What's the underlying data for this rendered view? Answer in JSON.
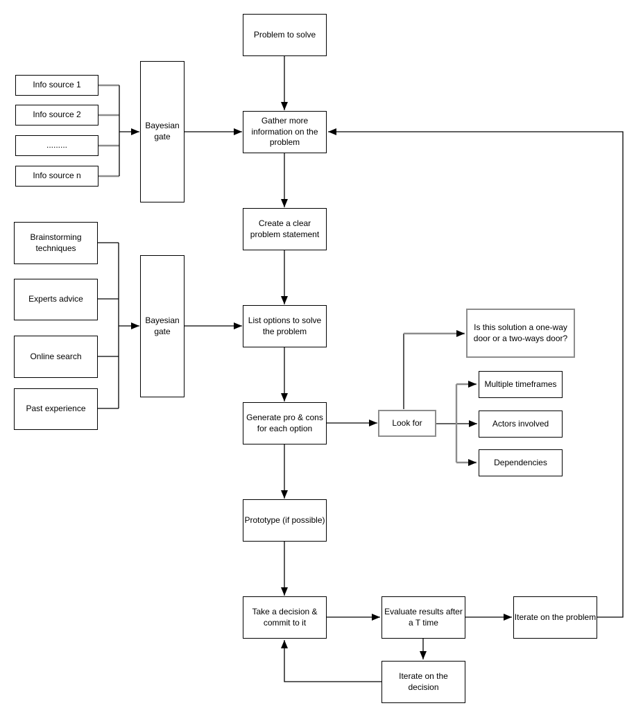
{
  "diagram": {
    "nodes": {
      "problem_to_solve": "Problem to solve",
      "info_source_1": "Info source 1",
      "info_source_2": "Info source 2",
      "info_source_dots": ".........",
      "info_source_n": "Info source n",
      "bayesian_gate_1": "Bayesian gate",
      "bayesian_gate_2": "Bayesian gate",
      "gather_more_information": "Gather more information on the problem",
      "create_problem_statement": "Create a clear problem statement",
      "brainstorming_techniques": "Brainstorming techniques",
      "experts_advice": "Experts advice",
      "online_search": "Online search",
      "past_experience": "Past experience",
      "list_options": "List options to solve the problem",
      "generate_pro_cons": "Generate pro & cons for each option",
      "look_for": "Look for",
      "one_way_door_question": "Is this solution a one-way door or a two-ways door?",
      "multiple_timeframes": "Multiple timeframes",
      "actors_involved": "Actors involved",
      "dependencies": "Dependencies",
      "prototype": "Prototype (if possible)",
      "take_decision": "Take a decision & commit to it",
      "evaluate_results": "Evaluate results after a T time",
      "iterate_problem": "Iterate on the problem",
      "iterate_decision": "Iterate on the decision"
    },
    "colors": {
      "box_border": "#000000",
      "box_fill": "#ffffff",
      "highlight_border": "#8c8c8c",
      "connector_black": "#000000",
      "connector_gray": "#8c8c8c"
    }
  }
}
